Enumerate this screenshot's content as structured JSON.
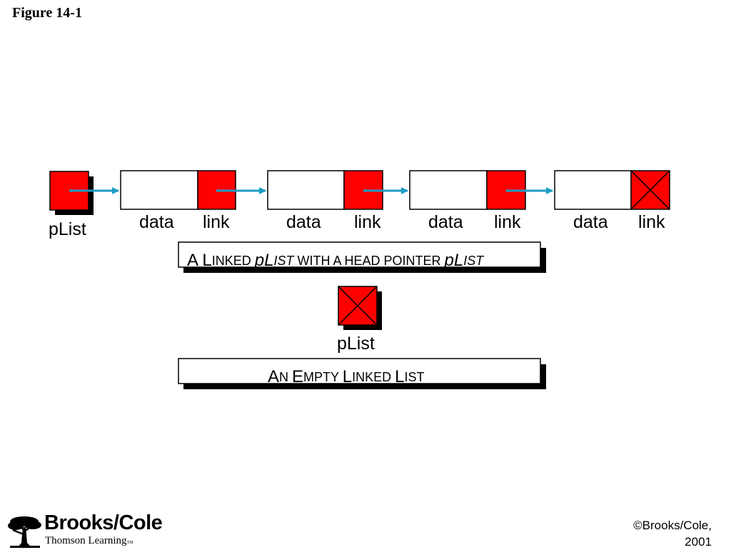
{
  "figure_title": "Figure 14-1",
  "colors": {
    "node_fill": "#ffffff",
    "link_fill": "#ff0000",
    "arrow": "#1b9cc4",
    "shadow": "#000000"
  },
  "linked_list": {
    "head_label": "pList",
    "nodes": [
      {
        "data_label": "data",
        "link_label": "link",
        "is_null": false
      },
      {
        "data_label": "data",
        "link_label": "link",
        "is_null": false
      },
      {
        "data_label": "data",
        "link_label": "link",
        "is_null": false
      },
      {
        "data_label": "data",
        "link_label": "link",
        "is_null": true
      }
    ],
    "caption": {
      "a": "A ",
      "l": "L",
      "inked": "INKED ",
      "p1": "p",
      "L1": "L",
      "ist1": "IST",
      "middle": " WITH A HEAD POINTER ",
      "p2": "p",
      "L2": "L",
      "ist2": "IST"
    }
  },
  "empty_list": {
    "head_label": "pList",
    "caption": {
      "A": "A",
      "n": "N ",
      "E": "E",
      "mpty": "MPTY ",
      "L1": "L",
      "inked": "INKED ",
      "L2": "L",
      "ist": "IST"
    }
  },
  "logo": {
    "name": "Brooks/Cole",
    "subtitle": "Thomson Learning",
    "tm": "TM"
  },
  "copyright": {
    "line1": "©Brooks/Cole,",
    "line2": "2001"
  }
}
